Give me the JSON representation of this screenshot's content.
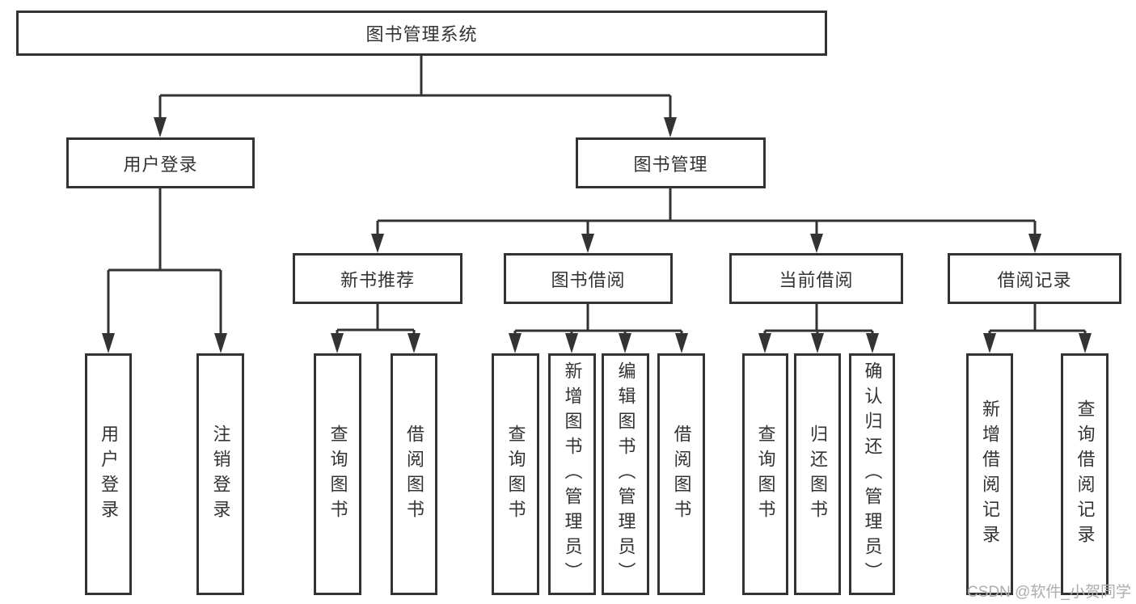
{
  "diagram": {
    "root": {
      "label": "图书管理系统"
    },
    "branches": [
      {
        "label": "用户登录",
        "children": [
          {
            "label": "用户登录"
          },
          {
            "label": "注销登录"
          }
        ]
      },
      {
        "label": "图书管理",
        "children": [
          {
            "label": "新书推荐",
            "children": [
              {
                "label": "查询图书"
              },
              {
                "label": "借阅图书"
              }
            ]
          },
          {
            "label": "图书借阅",
            "children": [
              {
                "label": "查询图书"
              },
              {
                "label": "新增图书（管理员）"
              },
              {
                "label": "编辑图书（管理员）"
              },
              {
                "label": "借阅图书"
              }
            ]
          },
          {
            "label": "当前借阅",
            "children": [
              {
                "label": "查询图书"
              },
              {
                "label": "归还图书"
              },
              {
                "label": "确认归还（管理员）"
              }
            ]
          },
          {
            "label": "借阅记录",
            "children": [
              {
                "label": "新增借阅记录"
              },
              {
                "label": "查询借阅记录"
              }
            ]
          }
        ]
      }
    ]
  },
  "watermark": {
    "text": "CSDN @软件_小贺同学"
  },
  "colors": {
    "line": "#333333",
    "text": "#333333",
    "background": "#ffffff",
    "watermark": "#adadad"
  }
}
